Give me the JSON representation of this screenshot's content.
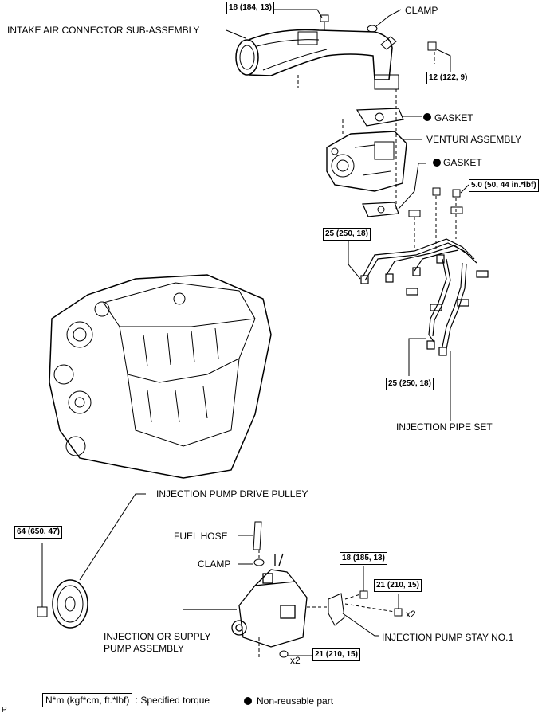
{
  "labels": {
    "intake_air_connector": "INTAKE AIR CONNECTOR SUB-ASSEMBLY",
    "clamp_top": "CLAMP",
    "gasket_1": "GASKET",
    "venturi_assembly": "VENTURI ASSEMBLY",
    "gasket_2": "GASKET",
    "injection_pipe_set": "INJECTION PIPE SET",
    "injection_pump_drive_pulley": "INJECTION PUMP DRIVE PULLEY",
    "fuel_hose": "FUEL HOSE",
    "clamp_bottom": "CLAMP",
    "injection_pump_line1": "INJECTION OR SUPPLY",
    "injection_pump_line2": "PUMP ASSEMBLY",
    "injection_pump_stay": "INJECTION PUMP STAY NO.1"
  },
  "torques": {
    "t_184": "18 (184, 13)",
    "t_122": "12 (122, 9)",
    "t_50": "5.0 (50, 44 in.*lbf)",
    "t_250_a": "25 (250, 18)",
    "t_250_b": "25 (250, 18)",
    "t_650": "64 (650, 47)",
    "t_185": "18 (185, 13)",
    "t_210_a": "21 (210, 15)",
    "t_210_b": "21 (210, 15)"
  },
  "multipliers": {
    "x2_stay": "x2",
    "x2_pump": "x2"
  },
  "legend": {
    "torque_box": "N*m (kgf*cm, ft.*lbf)",
    "torque_text": ": Specified torque",
    "nonreusable_text": "Non-reusable part"
  },
  "corner_mark": "P"
}
